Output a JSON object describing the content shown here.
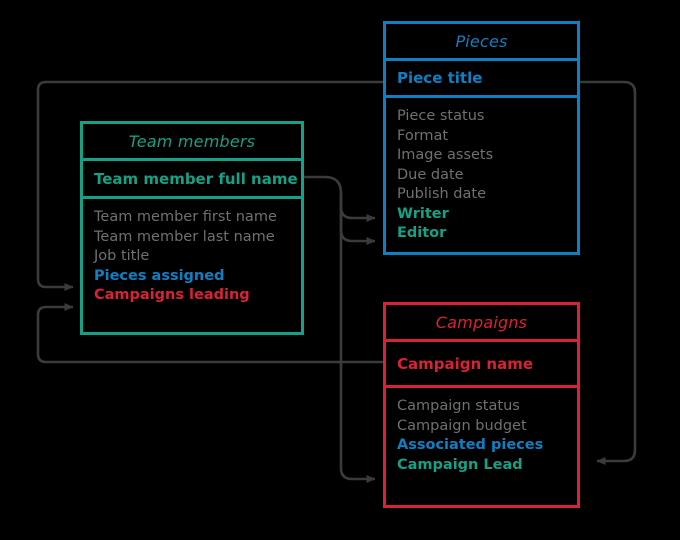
{
  "diagram": {
    "type": "entity-relationship-diagram",
    "title": "",
    "colors": {
      "pieces": "#0f7fc4",
      "team_members": "#16a085",
      "campaigns": "#d92235",
      "plain_field": "#6f7072",
      "connector": "#3b3b3b",
      "background": "#000000"
    },
    "entities": [
      {
        "id": "pieces",
        "name": "Pieces",
        "color": "#0f7fc4",
        "key_field": "Piece title",
        "fields": [
          {
            "label": "Piece status",
            "style": "plain"
          },
          {
            "label": "Format",
            "style": "plain"
          },
          {
            "label": "Image assets",
            "style": "plain"
          },
          {
            "label": "Due date",
            "style": "plain"
          },
          {
            "label": "Publish date",
            "style": "plain"
          },
          {
            "label": "Writer",
            "style": "green"
          },
          {
            "label": "Editor",
            "style": "green"
          }
        ]
      },
      {
        "id": "team_members",
        "name": "Team members",
        "color": "#16a085",
        "key_field": "Team member full name",
        "fields": [
          {
            "label": "Team member first name",
            "style": "plain"
          },
          {
            "label": "Team member last name",
            "style": "plain"
          },
          {
            "label": "Job title",
            "style": "plain"
          },
          {
            "label": "Pieces assigned",
            "style": "blue"
          },
          {
            "label": "Campaigns leading",
            "style": "red"
          }
        ]
      },
      {
        "id": "campaigns",
        "name": "Campaigns",
        "color": "#d92235",
        "key_field": "Campaign name",
        "fields": [
          {
            "label": "Campaign status",
            "style": "plain"
          },
          {
            "label": "Campaign budget",
            "style": "plain"
          },
          {
            "label": "Associated pieces",
            "style": "blue"
          },
          {
            "label": "Campaign Lead",
            "style": "green"
          }
        ]
      }
    ],
    "relationships": [
      {
        "id": "pieces-to-team",
        "from": "Piece title",
        "to": "Pieces assigned"
      },
      {
        "id": "team-to-piece-writer",
        "from": "Team member full name",
        "to": "Writer"
      },
      {
        "id": "team-to-piece-editor",
        "from": "Team member full name",
        "to": "Editor"
      },
      {
        "id": "team-to-campaign-lead",
        "from": "Team member full name",
        "to": "Campaign Lead"
      },
      {
        "id": "campaign-to-team-leading",
        "from": "Campaign name",
        "to": "Campaigns leading"
      },
      {
        "id": "piece-to-campaign-assoc",
        "from": "Piece title",
        "to": "Associated pieces"
      }
    ]
  }
}
